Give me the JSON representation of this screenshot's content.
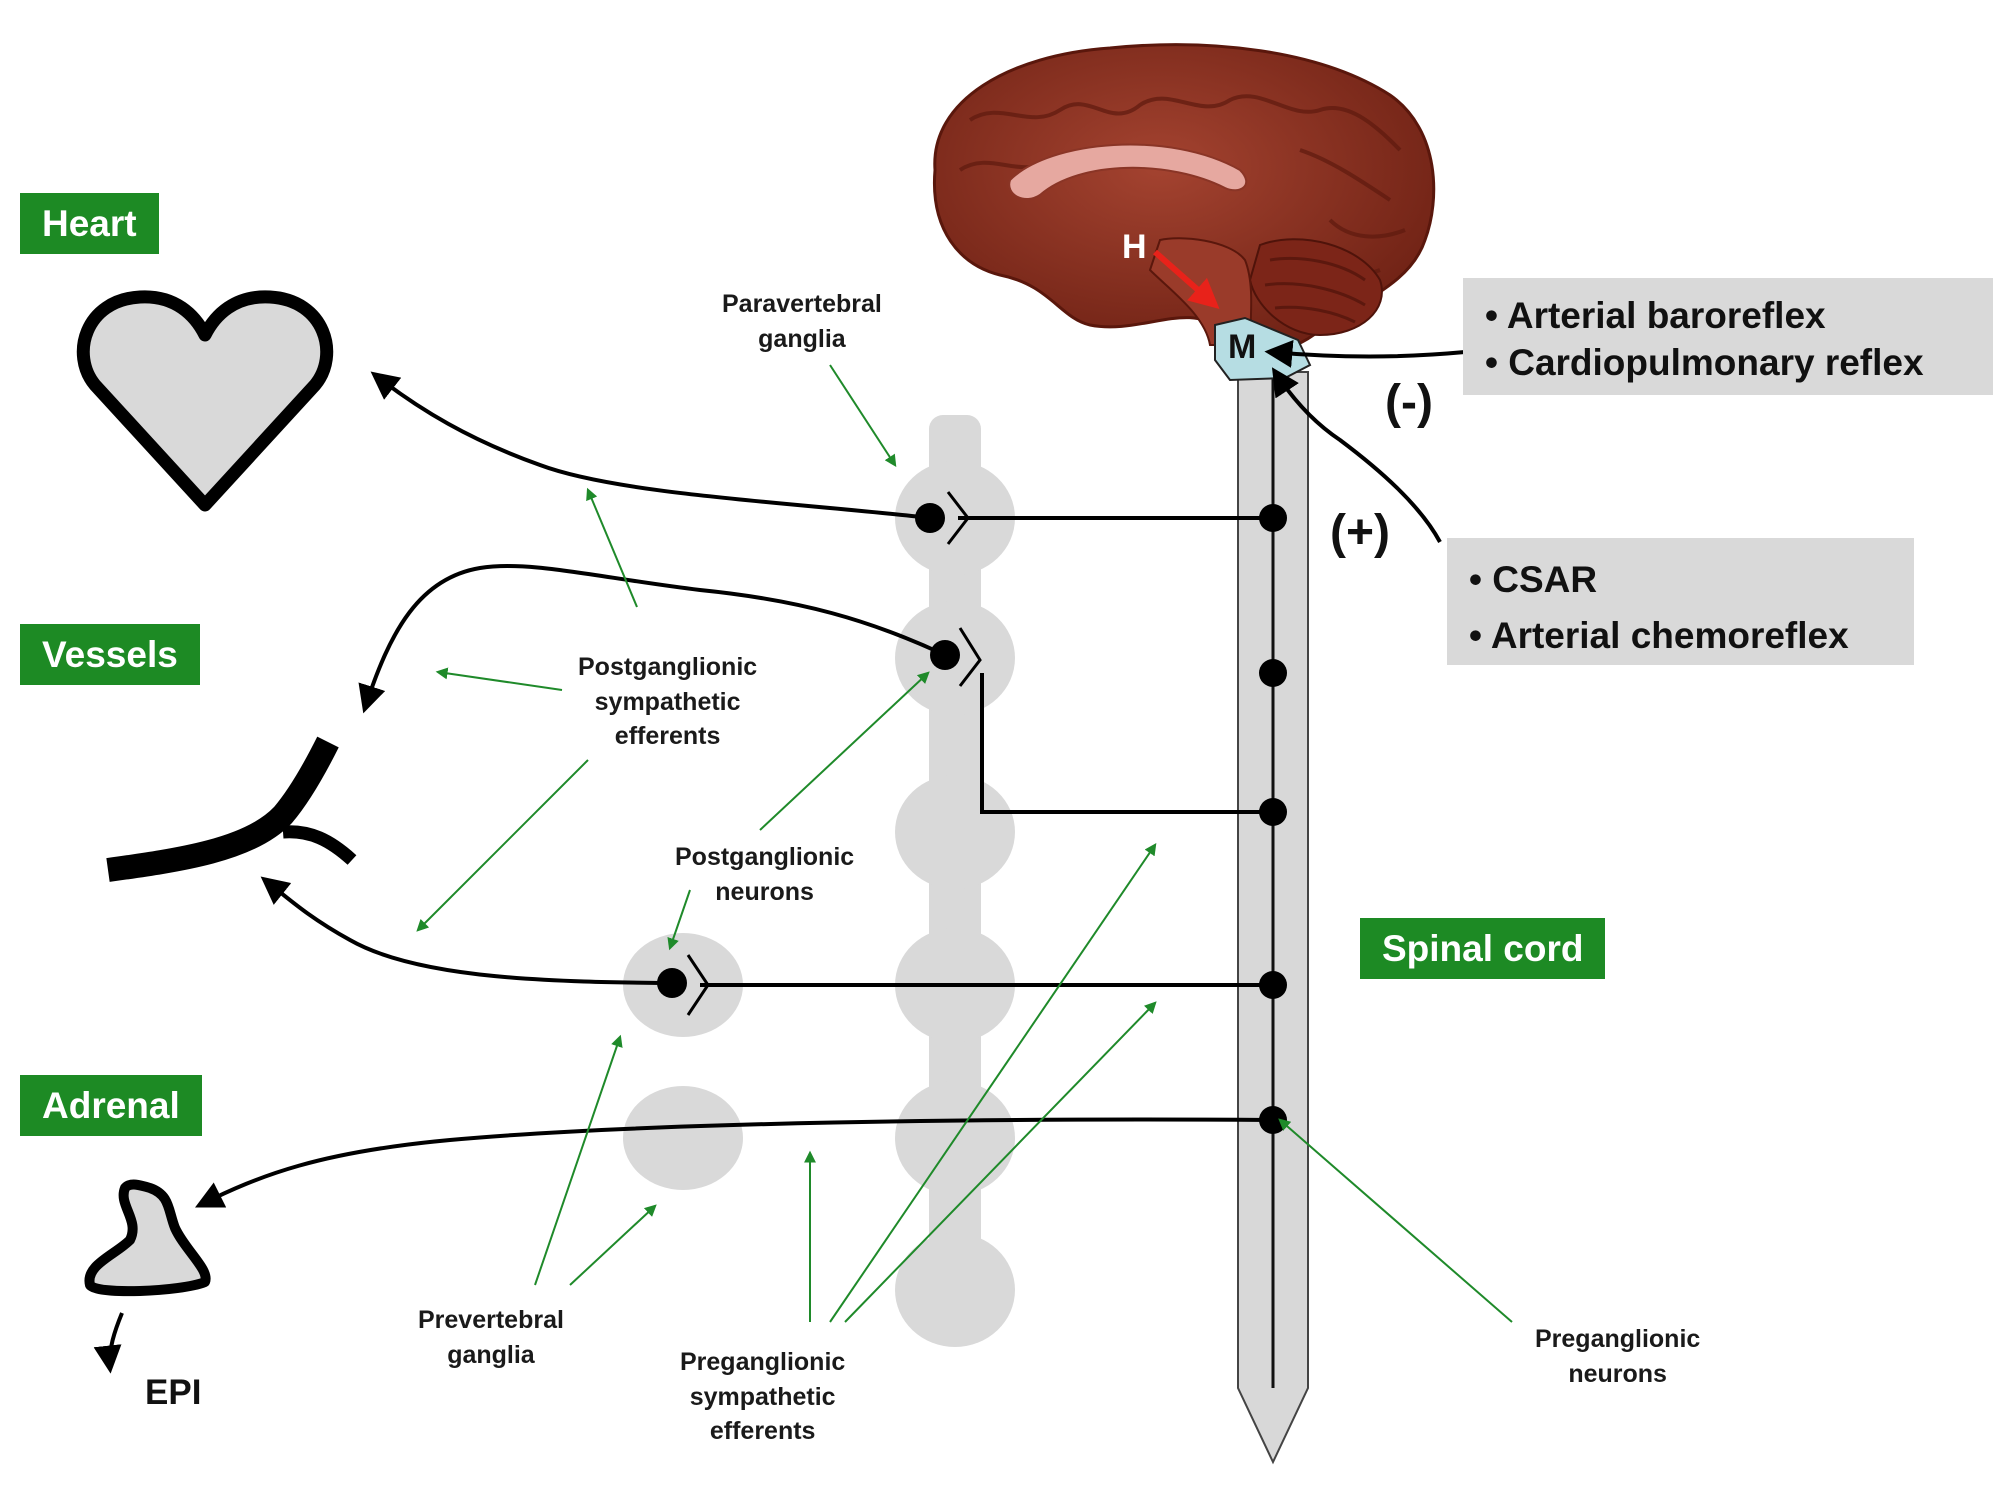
{
  "labels": {
    "heart": "Heart",
    "vessels": "Vessels",
    "adrenal": "Adrenal",
    "spinal_cord": "Spinal cord",
    "epi": "EPI",
    "h_marker": "H",
    "m_marker": "M"
  },
  "annotations": {
    "paravertebral": [
      "Paravertebral",
      "ganglia"
    ],
    "postganglionic_efferents": [
      "Postganglionic",
      "sympathetic",
      "efferents"
    ],
    "postganglionic_neurons": [
      "Postganglionic",
      "neurons"
    ],
    "prevertebral": [
      "Prevertebral",
      "ganglia"
    ],
    "preganglionic_efferents": [
      "Preganglionic",
      "sympathetic",
      "efferents"
    ],
    "preganglionic_neurons": [
      "Preganglionic",
      "neurons"
    ]
  },
  "reflexes": {
    "inhibitory": [
      "• Arterial baroreflex",
      "• Cardiopulmonary reflex"
    ],
    "excitatory": [
      "• CSAR",
      "• Arterial chemoreflex"
    ],
    "minus_sign": "(-)",
    "plus_sign": "(+)"
  },
  "colors": {
    "label_green": "#1d8a24",
    "annotation_arrow": "#1f8a2a",
    "ganglion_gray": "#d9d9d9",
    "reflex_box_gray": "#d9d9d9",
    "brain": "#8b2e20",
    "medulla": "#b6dde3",
    "h_to_m_arrow": "#e8221a"
  }
}
